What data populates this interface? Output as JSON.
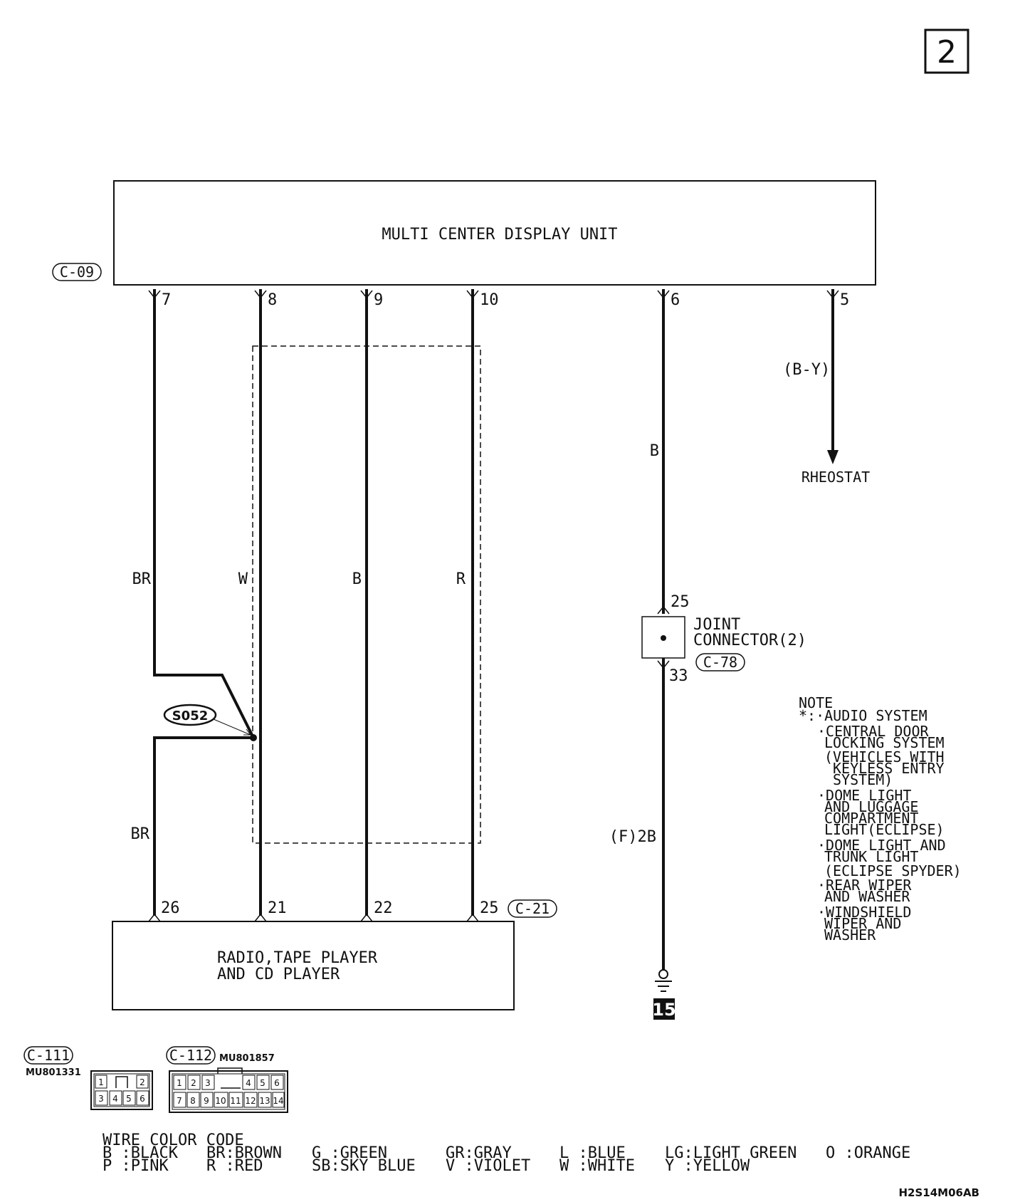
{
  "page_number": "2",
  "units": {
    "mcdu": {
      "label": "MULTI CENTER DISPLAY UNIT",
      "connector": "C-09"
    },
    "radio": {
      "line1": "RADIO,TAPE PLAYER",
      "line2": "AND CD PLAYER",
      "connector": "C-21"
    }
  },
  "wires": [
    {
      "top_pin": "7",
      "bottom_pin": "26",
      "color_upper": "BR",
      "color_lower": "BR"
    },
    {
      "top_pin": "8",
      "bottom_pin": "21",
      "color": "W"
    },
    {
      "top_pin": "9",
      "bottom_pin": "22",
      "color": "B"
    },
    {
      "top_pin": "10",
      "bottom_pin": "25",
      "color": "R"
    },
    {
      "top_pin": "6",
      "color_upper": "B",
      "color_lower": "(F)2B"
    },
    {
      "top_pin": "5",
      "color": "(B-Y)",
      "destination": "RHEOSTAT"
    }
  ],
  "splice": "S052",
  "joint_connector": {
    "line1": "JOINT",
    "line2": "CONNECTOR(2)",
    "connector": "C-78",
    "pin_in": "25",
    "pin_out": "33"
  },
  "ground": "15",
  "note": {
    "title": "NOTE",
    "lines": [
      "*:·AUDIO SYSTEM",
      "·CENTRAL DOOR",
      "LOCKING SYSTEM",
      "(VEHICLES WITH",
      "KEYLESS ENTRY",
      "SYSTEM)",
      "·DOME LIGHT",
      "AND LUGGAGE",
      "COMPARTMENT",
      "LIGHT(ECLIPSE)",
      "·DOME LIGHT AND",
      "TRUNK LIGHT",
      "(ECLIPSE SPYDER)",
      "·REAR WIPER",
      "AND WASHER",
      "·WINDSHIELD",
      "WIPER AND",
      "WASHER"
    ]
  },
  "connector_views": [
    {
      "id": "C-111",
      "part": "MU801331",
      "pins_top": [
        "1",
        "2"
      ],
      "pins_bottom": [
        "3",
        "4",
        "5",
        "6"
      ]
    },
    {
      "id": "C-112",
      "part": "MU801857",
      "pins_top": [
        "1",
        "2",
        "3",
        "4",
        "5",
        "6"
      ],
      "pins_bottom": [
        "7",
        "8",
        "9",
        "10",
        "11",
        "12",
        "13",
        "14"
      ]
    }
  ],
  "wire_color_code": {
    "title": "WIRE COLOR CODE",
    "row1": [
      "B :BLACK",
      "BR:BROWN",
      "G :GREEN",
      "GR:GRAY",
      "L :BLUE",
      "LG:LIGHT GREEN",
      "O :ORANGE"
    ],
    "row2": [
      "P :PINK",
      "R :RED",
      "SB:SKY BLUE",
      "V :VIOLET",
      "W :WHITE",
      "Y :YELLOW"
    ]
  },
  "drawing_code": "H2S14M06AB"
}
